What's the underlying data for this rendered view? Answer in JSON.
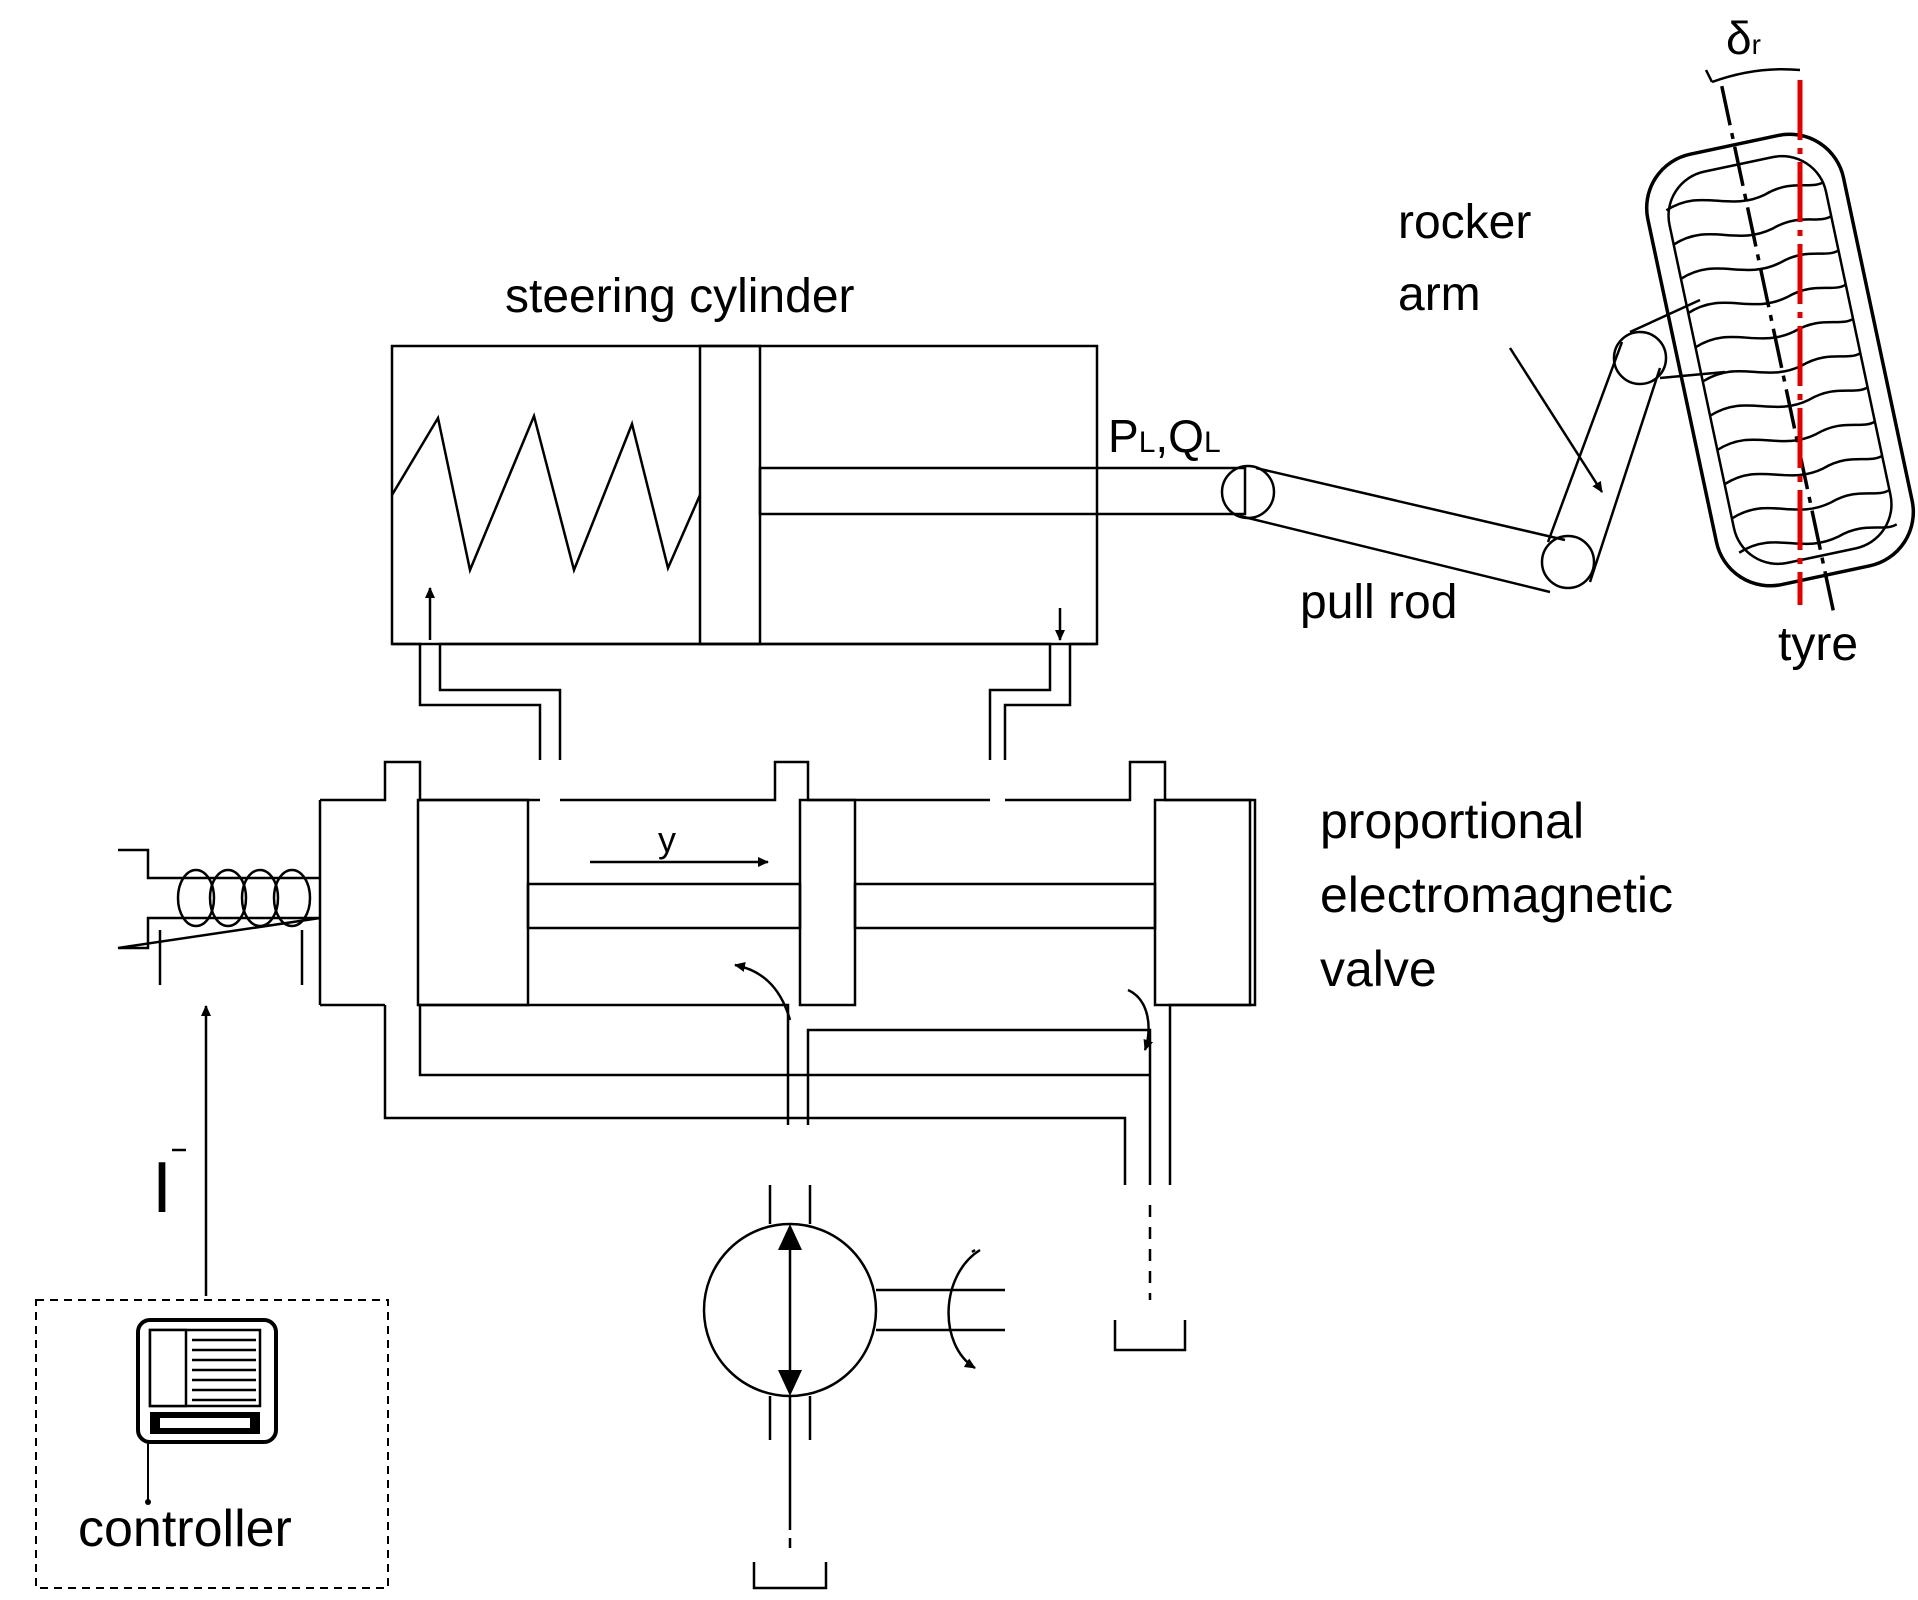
{
  "labels": {
    "steering_cylinder": "steering cylinder",
    "pl_ql_p": "P",
    "pl_ql_p_sub": "L",
    "pl_ql_sep": ",Q",
    "pl_ql_q_sub": "L",
    "rocker_arm_line1": "rocker",
    "rocker_arm_line2": "arm",
    "pull_rod": "pull rod",
    "tyre": "tyre",
    "delta": "δ",
    "delta_sub": "r",
    "valve_line1": "proportional",
    "valve_line2": "electromagnetic",
    "valve_line3": "valve",
    "spool_displacement": "y",
    "current": "I",
    "controller": "controller"
  },
  "colors": {
    "line": "#000000",
    "tyre_axis": "#e00000",
    "background": "#ffffff"
  },
  "icons": {
    "controller": "controller-ecu-icon",
    "pump": "pump-symbol-icon",
    "tank": "tank-symbol-icon",
    "solenoid": "solenoid-coil-icon"
  }
}
